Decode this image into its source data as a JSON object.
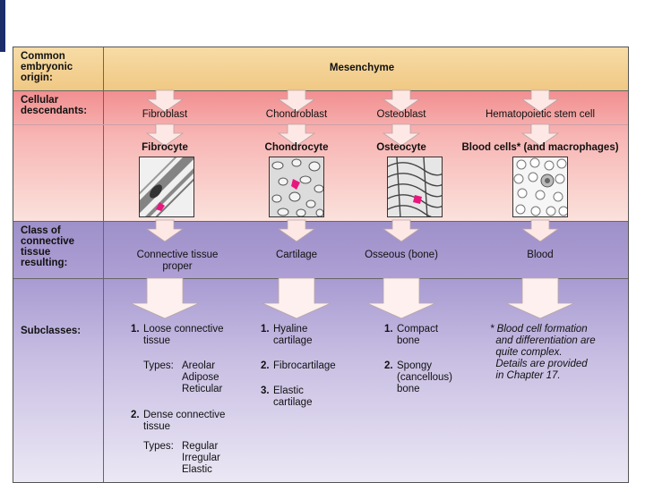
{
  "rows": {
    "origin": "Common\nembryonic\norigin:",
    "descendants": "Cellular\ndescendants:",
    "class": "Class of\nconnective\ntissue\nresulting:",
    "subclasses": "Subclasses:"
  },
  "origin_value": "Mesenchyme",
  "lineages": [
    {
      "precursor": "Fibroblast",
      "mature": "Fibrocyte",
      "tissue": "Connective tissue\nproper"
    },
    {
      "precursor": "Chondroblast",
      "mature": "Chondrocyte",
      "tissue": "Cartilage"
    },
    {
      "precursor": "Osteoblast",
      "mature": "Osteocyte",
      "tissue": "Osseous (bone)"
    },
    {
      "precursor": "Hematopoietic stem cell",
      "mature": "Blood cells* (and macrophages)",
      "tissue": "Blood"
    }
  ],
  "subclasses": {
    "ctp": {
      "n1": "1.",
      "loose": "Loose connective\ntissue",
      "types_label_1": "Types:",
      "types_1": "Areolar\nAdipose\nReticular",
      "n2": "2.",
      "dense": "Dense connective\ntissue",
      "types_label_2": "Types:",
      "types_2": "Regular\nIrregular\nElastic"
    },
    "cartilage": {
      "n1": "1.",
      "hyaline": "Hyaline\ncartilage",
      "n2": "2.",
      "fibro": "Fibrocartilage",
      "n3": "3.",
      "elastic": "Elastic\ncartilage"
    },
    "bone": {
      "n1": "1.",
      "compact": "Compact\nbone",
      "n2": "2.",
      "spongy": "Spongy\n(cancellous)\nbone"
    },
    "blood_note": "* Blood cell formation\n  and differentiation are\n  quite complex.\n  Details are provided\n  in Chapter 17."
  },
  "colors": {
    "origin_band": "#f3cf8f",
    "descendants_band": "#f39a9a",
    "descendants_band_light": "#fbe3df",
    "class_band": "#a597cf",
    "subclass_band": "#a597cf",
    "subclass_band_light": "#ece8f5",
    "arrow": "#fde8e6",
    "pointer": "#e8177d"
  }
}
